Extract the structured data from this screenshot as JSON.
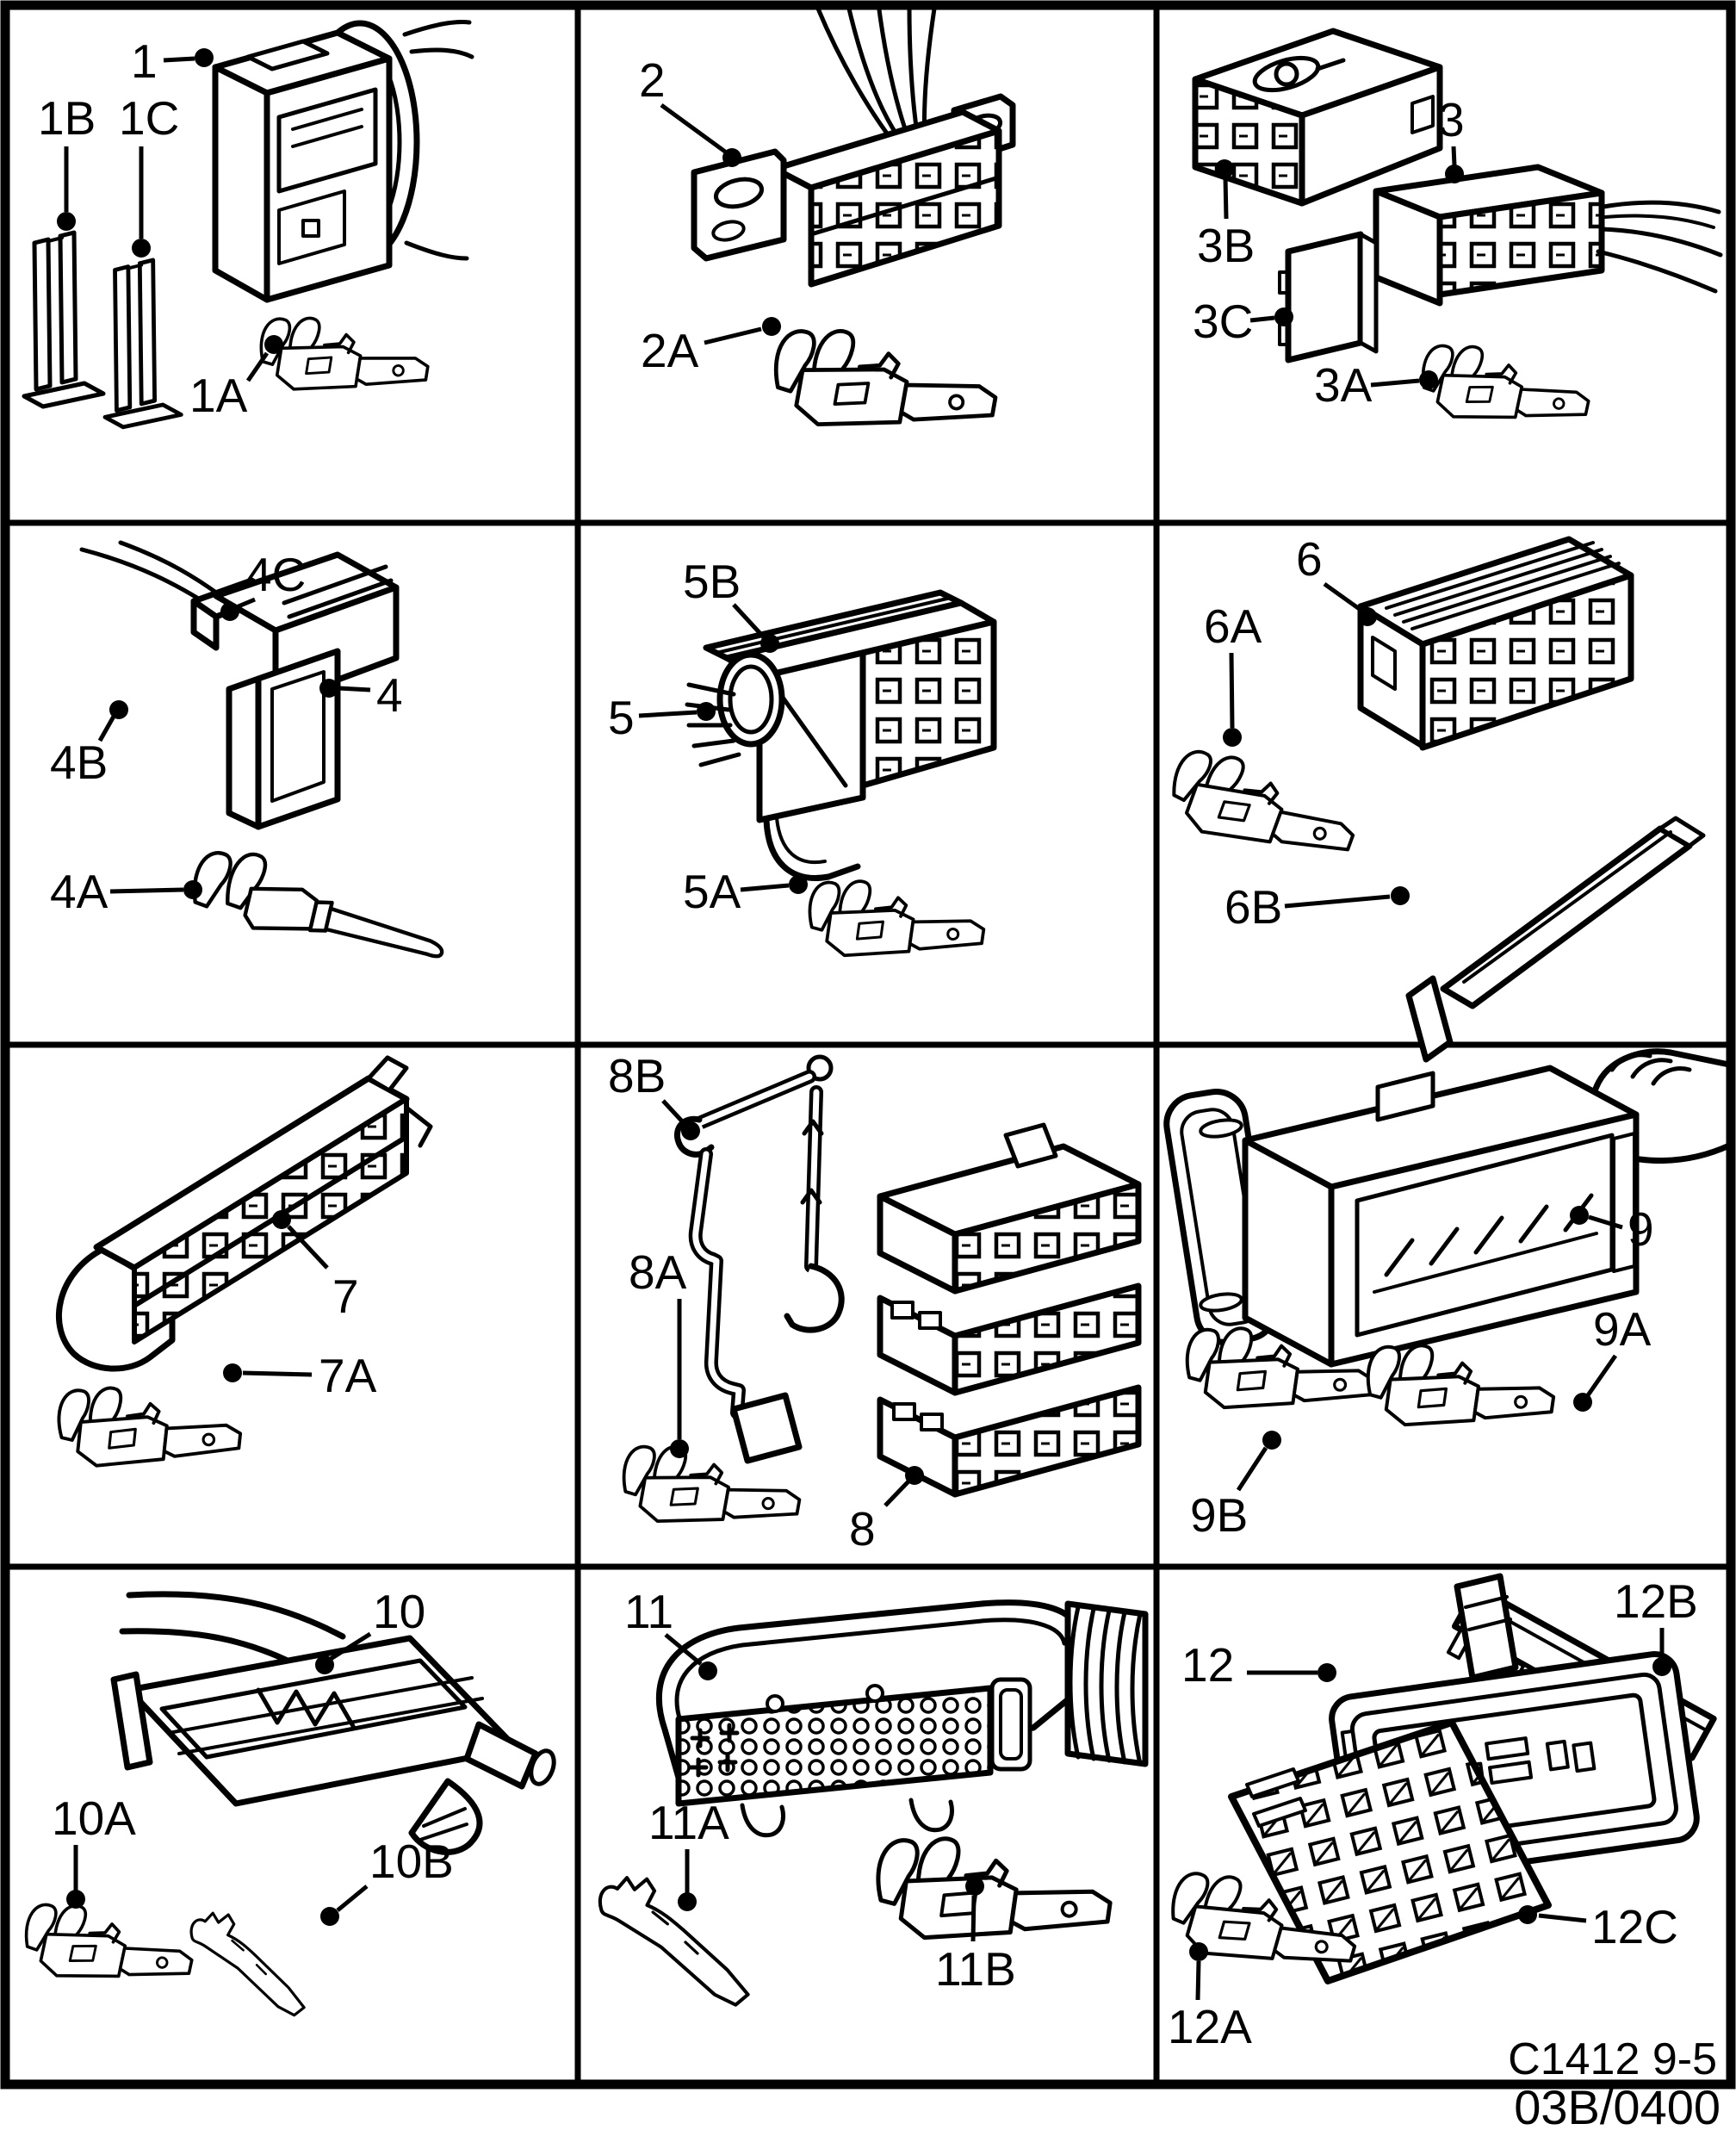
{
  "page": {
    "background_color": "#ffffff",
    "ink_color": "#000000",
    "figure_code": "C1412 9-5",
    "sheet_code": "03B/0400"
  },
  "cells": [
    {
      "panel": "1",
      "callouts": [
        {
          "label": "1"
        },
        {
          "label": "1B"
        },
        {
          "label": "1C"
        },
        {
          "label": "1A"
        }
      ]
    },
    {
      "panel": "2",
      "callouts": [
        {
          "label": "2"
        },
        {
          "label": "2A"
        }
      ]
    },
    {
      "panel": "3",
      "callouts": [
        {
          "label": "3B"
        },
        {
          "label": "3"
        },
        {
          "label": "3C"
        },
        {
          "label": "3A"
        }
      ]
    },
    {
      "panel": "4",
      "callouts": [
        {
          "label": "4C"
        },
        {
          "label": "4"
        },
        {
          "label": "4B"
        },
        {
          "label": "4A"
        }
      ]
    },
    {
      "panel": "5",
      "callouts": [
        {
          "label": "5B"
        },
        {
          "label": "5"
        },
        {
          "label": "5A"
        }
      ]
    },
    {
      "panel": "6",
      "callouts": [
        {
          "label": "6"
        },
        {
          "label": "6A"
        },
        {
          "label": "6B"
        }
      ]
    },
    {
      "panel": "7",
      "callouts": [
        {
          "label": "7"
        },
        {
          "label": "7A"
        }
      ]
    },
    {
      "panel": "8",
      "callouts": [
        {
          "label": "8B"
        },
        {
          "label": "8A"
        },
        {
          "label": "8"
        }
      ]
    },
    {
      "panel": "9",
      "callouts": [
        {
          "label": "9"
        },
        {
          "label": "9A"
        },
        {
          "label": "9B"
        }
      ]
    },
    {
      "panel": "10",
      "callouts": [
        {
          "label": "10"
        },
        {
          "label": "10A"
        },
        {
          "label": "10B"
        }
      ]
    },
    {
      "panel": "11",
      "callouts": [
        {
          "label": "11"
        },
        {
          "label": "11A"
        },
        {
          "label": "11B"
        }
      ]
    },
    {
      "panel": "12",
      "callouts": [
        {
          "label": "12B"
        },
        {
          "label": "12"
        },
        {
          "label": "12C"
        },
        {
          "label": "12A"
        }
      ]
    }
  ]
}
